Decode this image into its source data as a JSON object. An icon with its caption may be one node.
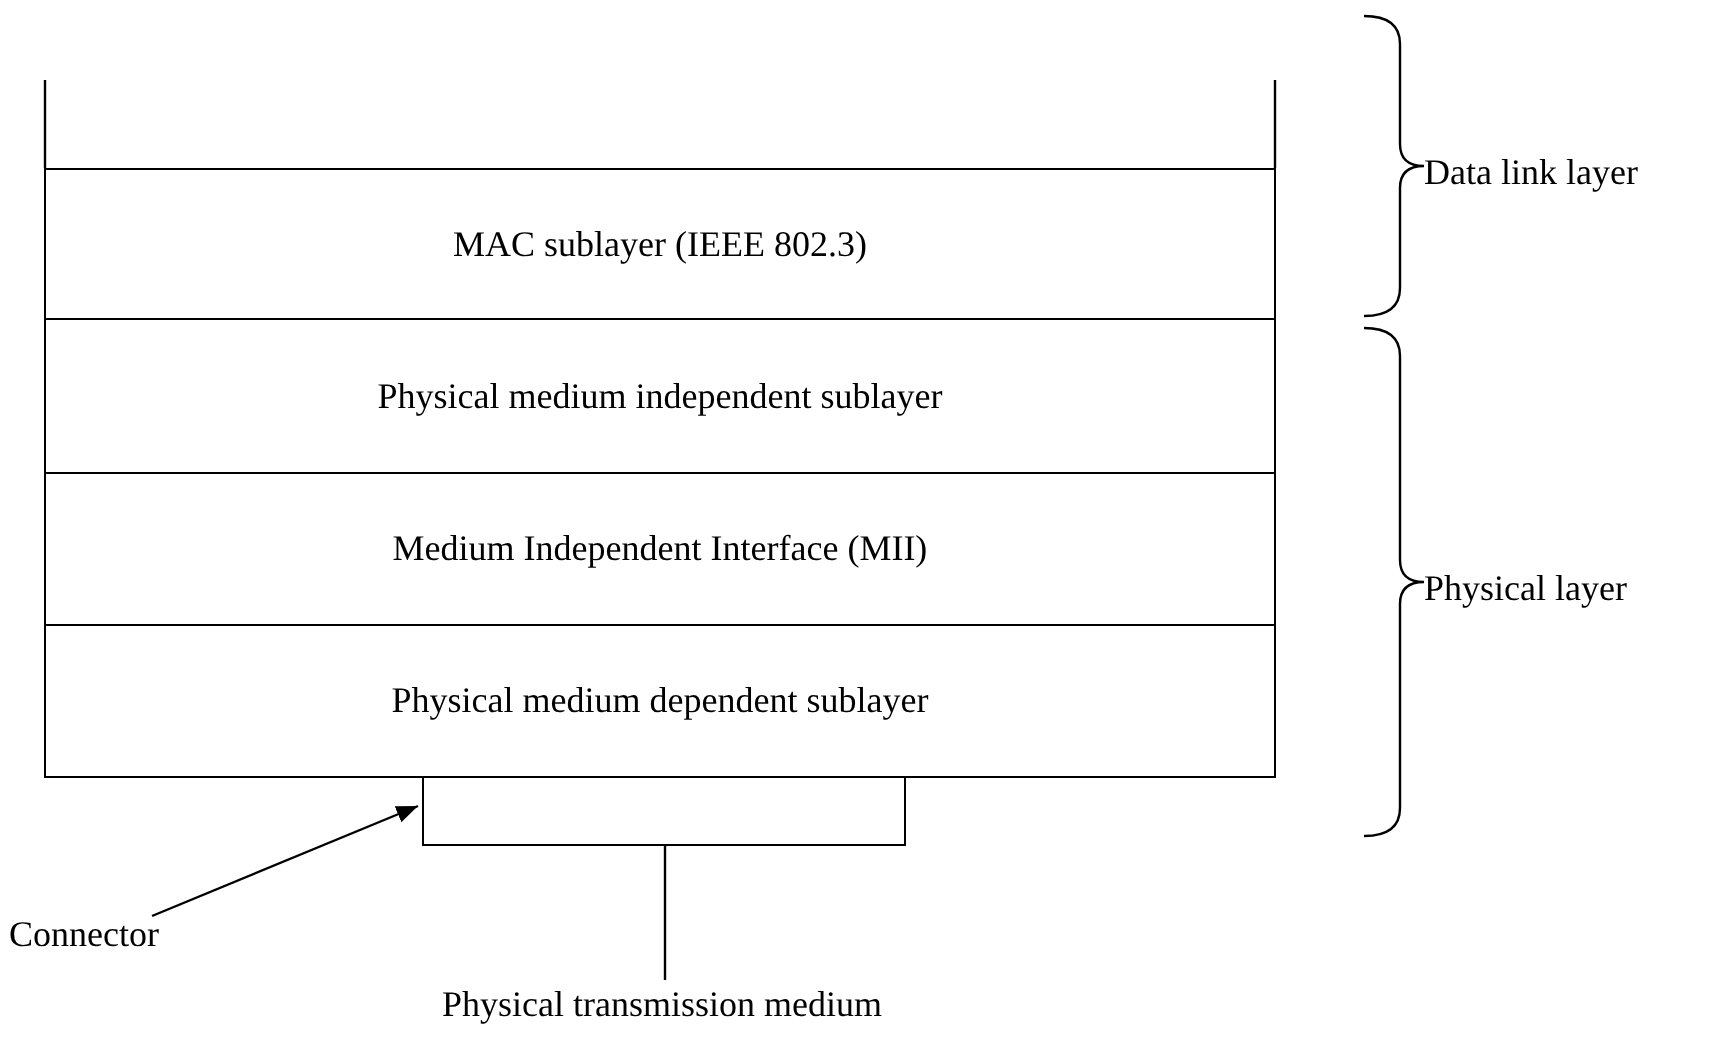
{
  "diagram": {
    "nodes": [
      {
        "text": [
          "MAC sublayer (IEEE 802.3)"
        ]
      },
      {
        "text": [
          "Physical medium independent sublayer"
        ]
      },
      {
        "text": [
          "Medium Independent Interface (MII)"
        ]
      },
      {
        "text": [
          "Physical medium dependent sublayer"
        ]
      },
      {
        "text": [],
        "shape": "box"
      },
      {
        "text": [
          "Connector"
        ]
      },
      {
        "text": [
          "Physical transmission medium"
        ]
      }
    ],
    "edges": [
      {
        "from": 5,
        "to": 4,
        "arrow": "to"
      },
      {
        "from": 4,
        "to": 6,
        "arrow": "none"
      }
    ],
    "labels": [
      "Data link layer",
      "Physical layer"
    ]
  }
}
